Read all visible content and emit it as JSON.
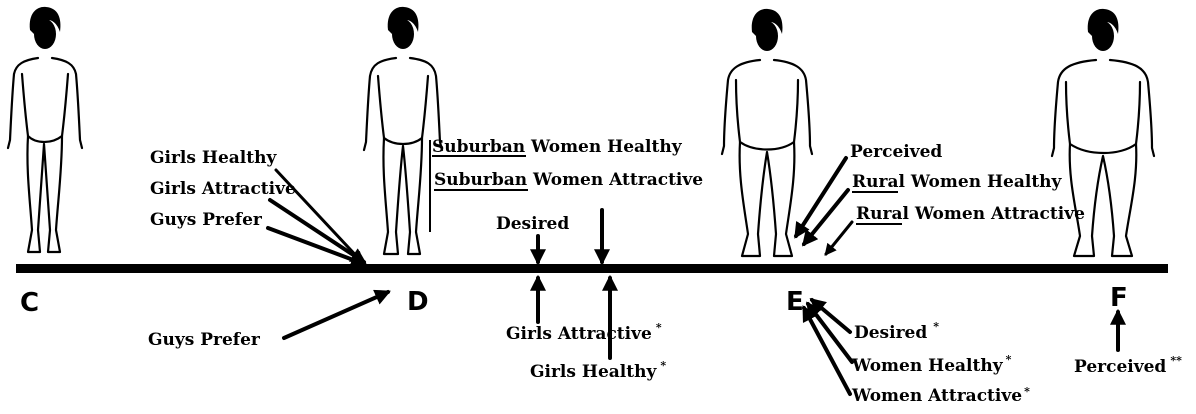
{
  "scale_letters": [
    "C",
    "D",
    "E",
    "F"
  ],
  "figures": [
    "figure-c",
    "figure-d",
    "figure-e",
    "figure-f"
  ],
  "labels": {
    "girls_healthy_top": "Girls Healthy",
    "girls_attractive_top": "Girls Attractive",
    "guys_prefer_top": "Guys Prefer",
    "guys_prefer_bottom": "Guys Prefer",
    "suburban_1_prefix": "Suburban",
    "suburban_1_rest": " Women Healthy",
    "suburban_2_prefix": "Suburban",
    "suburban_2_rest": " Women Attractive",
    "desired_top": "Desired",
    "girls_attractive_bottom": "Girls Attractive",
    "girls_attractive_mark": "*",
    "girls_healthy_bottom": "Girls Healthy",
    "girls_healthy_mark": "*",
    "perceived_top": "Perceived",
    "rural_1_prefix": "Rural",
    "rural_1_rest": " Women Healthy",
    "rural_2_prefix": "Rural",
    "rural_2_rest": " Women Attractive",
    "desired_bottom": "Desired",
    "desired_bottom_mark": "*",
    "women_healthy": "Women Healthy",
    "women_healthy_mark": "*",
    "women_attractive": "Women Attractive",
    "women_attractive_mark": "*",
    "perceived_bottom": "Perceived",
    "perceived_bottom_mark": "**"
  }
}
